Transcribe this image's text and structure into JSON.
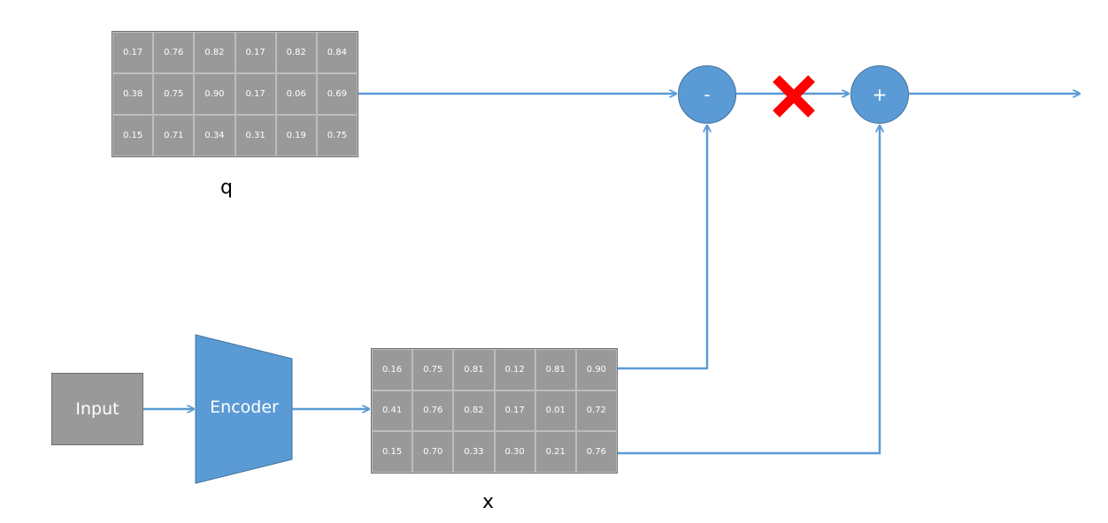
{
  "colors": {
    "accent": "#5b9bd5",
    "cell_fill": "#999999",
    "cross": "#ff0000"
  },
  "q": {
    "label": "q",
    "rows": [
      [
        "0.17",
        "0.76",
        "0.82",
        "0.17",
        "0.82",
        "0.84"
      ],
      [
        "0.38",
        "0.75",
        "0.90",
        "0.17",
        "0.06",
        "0.69"
      ],
      [
        "0.15",
        "0.71",
        "0.34",
        "0.31",
        "0.19",
        "0.75"
      ]
    ]
  },
  "x": {
    "label": "x",
    "rows": [
      [
        "0.16",
        "0.75",
        "0.81",
        "0.12",
        "0.81",
        "0.90"
      ],
      [
        "0.41",
        "0.76",
        "0.82",
        "0.17",
        "0.01",
        "0.72"
      ],
      [
        "0.15",
        "0.70",
        "0.33",
        "0.30",
        "0.21",
        "0.76"
      ]
    ]
  },
  "input_label": "Input",
  "encoder_label": "Encoder",
  "ops": {
    "minus": "-",
    "plus": "+"
  },
  "icons": {
    "cross": "cross-icon"
  }
}
